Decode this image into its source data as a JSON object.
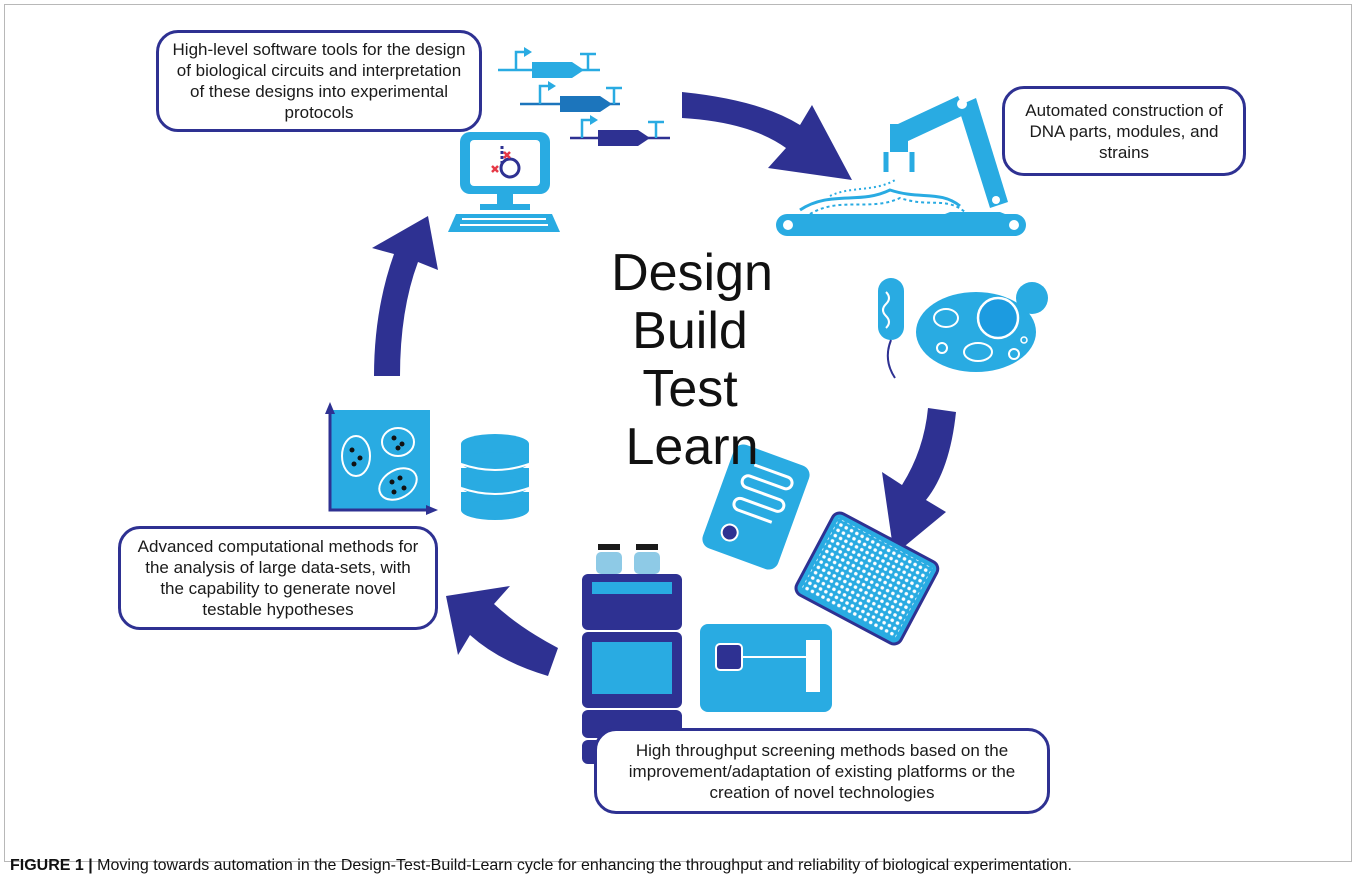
{
  "center_words": [
    "Design",
    "Build",
    "Test",
    "Learn"
  ],
  "callouts": {
    "design": "High-level software tools for the design of biological circuits and interpretation of these designs into experimental protocols",
    "build": "Automated construction of DNA parts, modules, and strains",
    "test": "High throughput screening methods based on the improvement/adaptation of existing platforms or the creation of novel technologies",
    "learn": "Advanced computational methods for the analysis of large data-sets, with the capability to generate novel testable hypotheses"
  },
  "caption": {
    "label": "FIGURE 1 |",
    "text": " Moving towards automation in the Design-Test-Build-Learn cycle for enhancing the throughput and reliability of biological experimentation."
  },
  "colors": {
    "arrow": "#2e3192",
    "light_blue": "#29abe2",
    "dark_blue": "#2e3192",
    "pale_blue": "#8ecae6"
  },
  "icons": [
    "genetic-circuit-icon",
    "computer-icon",
    "robotic-arm-icon",
    "cell-icons",
    "lab-instruments-icon",
    "scatter-plot-icon",
    "database-icon"
  ]
}
